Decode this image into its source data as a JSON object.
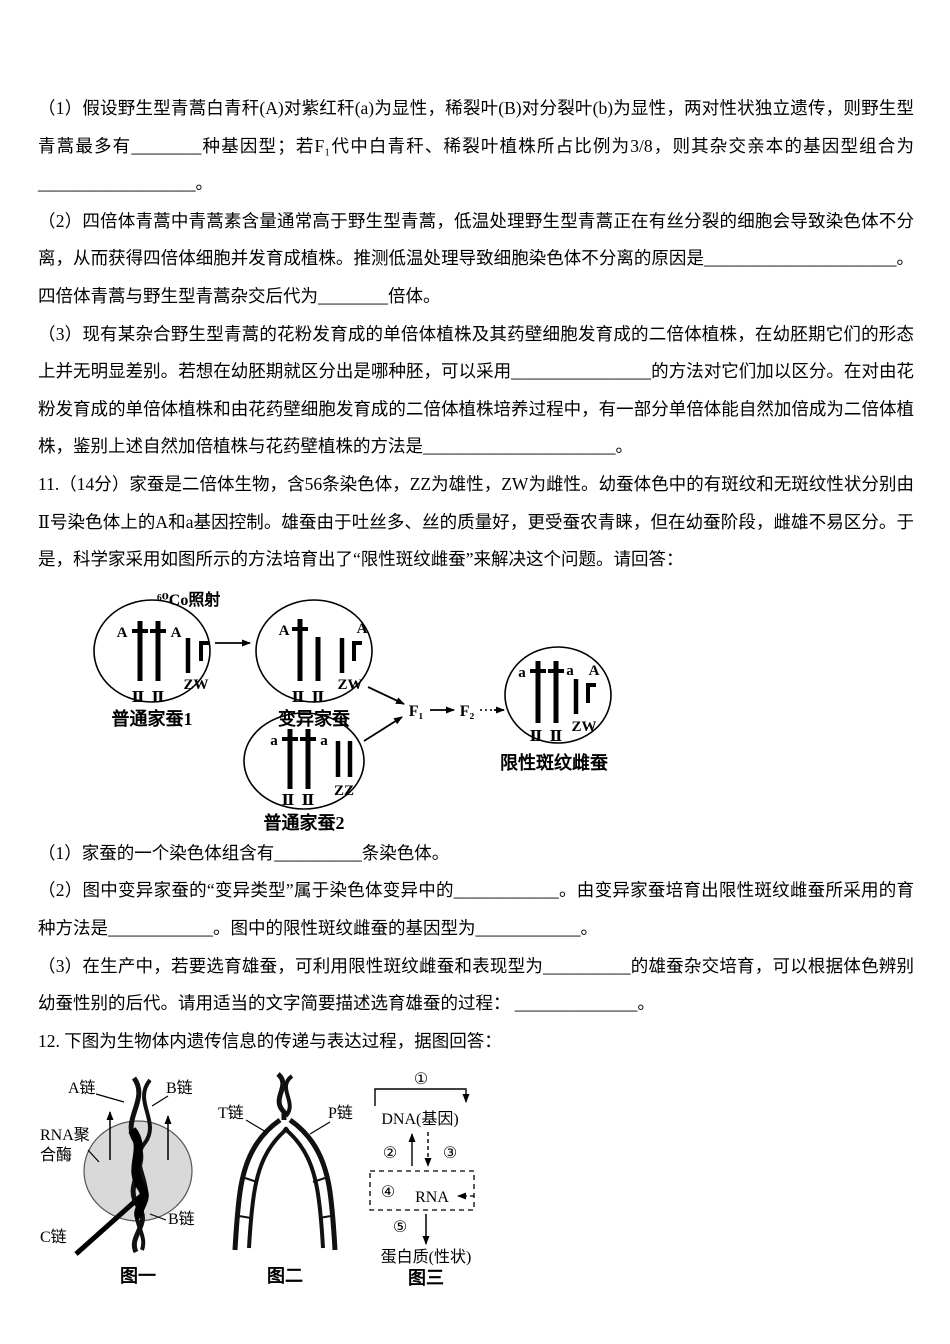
{
  "colors": {
    "text": "#000000",
    "background": "#ffffff",
    "enzyme_fill": "#d9d9d9"
  },
  "doc": {
    "q10_p1": "（1）假设野生型青蒿白青秆(A)对紫红秆(a)为显性，稀裂叶(B)对分裂叶(b)为显性，两对性状独立遗传，则野生型青蒿最多有________种基因型；若F₁代中白青秆、稀裂叶植株所占比例为3/8，则其杂交亲本的基因型组合为__________________。",
    "q10_p2": "（2）四倍体青蒿中青蒿素含量通常高于野生型青蒿，低温处理野生型青蒿正在有丝分裂的细胞会导致染色体不分离，从而获得四倍体细胞并发育成植株。推测低温处理导致细胞染色体不分离的原因是______________________。四倍体青蒿与野生型青蒿杂交后代为________倍体。",
    "q10_p3": "（3）现有某杂合野生型青蒿的花粉发育成的单倍体植株及其药壁细胞发育成的二倍体植株，在幼胚期它们的形态上并无明显差别。若想在幼胚期就区分出是哪种胚，可以采用________________的方法对它们加以区分。在对由花粉发育成的单倍体植株和由花药壁细胞发育成的二倍体植株培养过程中，有一部分单倍体能自然加倍成为二倍体植株，鉴别上述自然加倍植株与花药壁植株的方法是______________________。",
    "q11_intro": "11.（14分）家蚕是二倍体生物，含56条染色体，ZZ为雄性，ZW为雌性。幼蚕体色中的有斑纹和无斑纹性状分别由Ⅱ号染色体上的A和a基因控制。雄蚕由于吐丝多、丝的质量好，更受蚕农青睐，但在幼蚕阶段，雌雄不易区分。于是，科学家采用如图所示的方法培育出了“限性斑纹雌蚕”来解决这个问题。请回答：",
    "q11_s1": "（1）家蚕的一个染色体组含有__________条染色体。",
    "q11_s2": "（2）图中变异家蚕的“变异类型”属于染色体变异中的____________。由变异家蚕培育出限性斑纹雌蚕所采用的育种方法是____________。图中的限性斑纹雌蚕的基因型为____________。",
    "q11_s3": "（3）在生产中，若要选育雄蚕，可利用限性斑纹雌蚕和表现型为__________的雄蚕杂交培育，可以根据体色辨别幼蚕性别的后代。请用适当的文字简要描述选育雄蚕的过程：  ______________。",
    "q12_intro": "12. 下图为生物体内遗传信息的传递与表达过程，据图回答："
  },
  "diagram1": {
    "irradiation": "⁶⁰Co照射",
    "f1": "F₁",
    "f2": "F₂",
    "normal1": {
      "caption": "普通家蚕1",
      "allele_left": "A",
      "allele_right": "A",
      "chrom": "Ⅱ",
      "sex": "ZW"
    },
    "mutant": {
      "caption": "变异家蚕",
      "allele_ii": "A",
      "allele_w": "A",
      "chrom": "Ⅱ",
      "sex": "ZW"
    },
    "normal2": {
      "caption": "普通家蚕2",
      "allele_left": "a",
      "allele_right": "a",
      "chrom": "Ⅱ",
      "sex": "ZZ"
    },
    "limited": {
      "caption": "限性斑纹雌蚕",
      "allele_left": "a",
      "allele_right": "a",
      "allele_w": "A",
      "chrom": "Ⅱ",
      "sex": "ZW"
    }
  },
  "diagram2": {
    "fig1": {
      "caption": "图一",
      "strand_a": "A链",
      "strand_b_top": "B链",
      "enzyme1": "RNA聚",
      "enzyme2": "合酶",
      "strand_c": "C链",
      "strand_b_bottom": "B链"
    },
    "fig2": {
      "caption": "图二",
      "strand_t": "T链",
      "strand_p": "P链"
    },
    "fig3": {
      "caption": "图三",
      "step1": "①",
      "step2": "②",
      "step3": "③",
      "step4": "④",
      "step5": "⑤",
      "dna": "DNA(基因)",
      "rna": "RNA",
      "protein": "蛋白质(性状)"
    }
  }
}
